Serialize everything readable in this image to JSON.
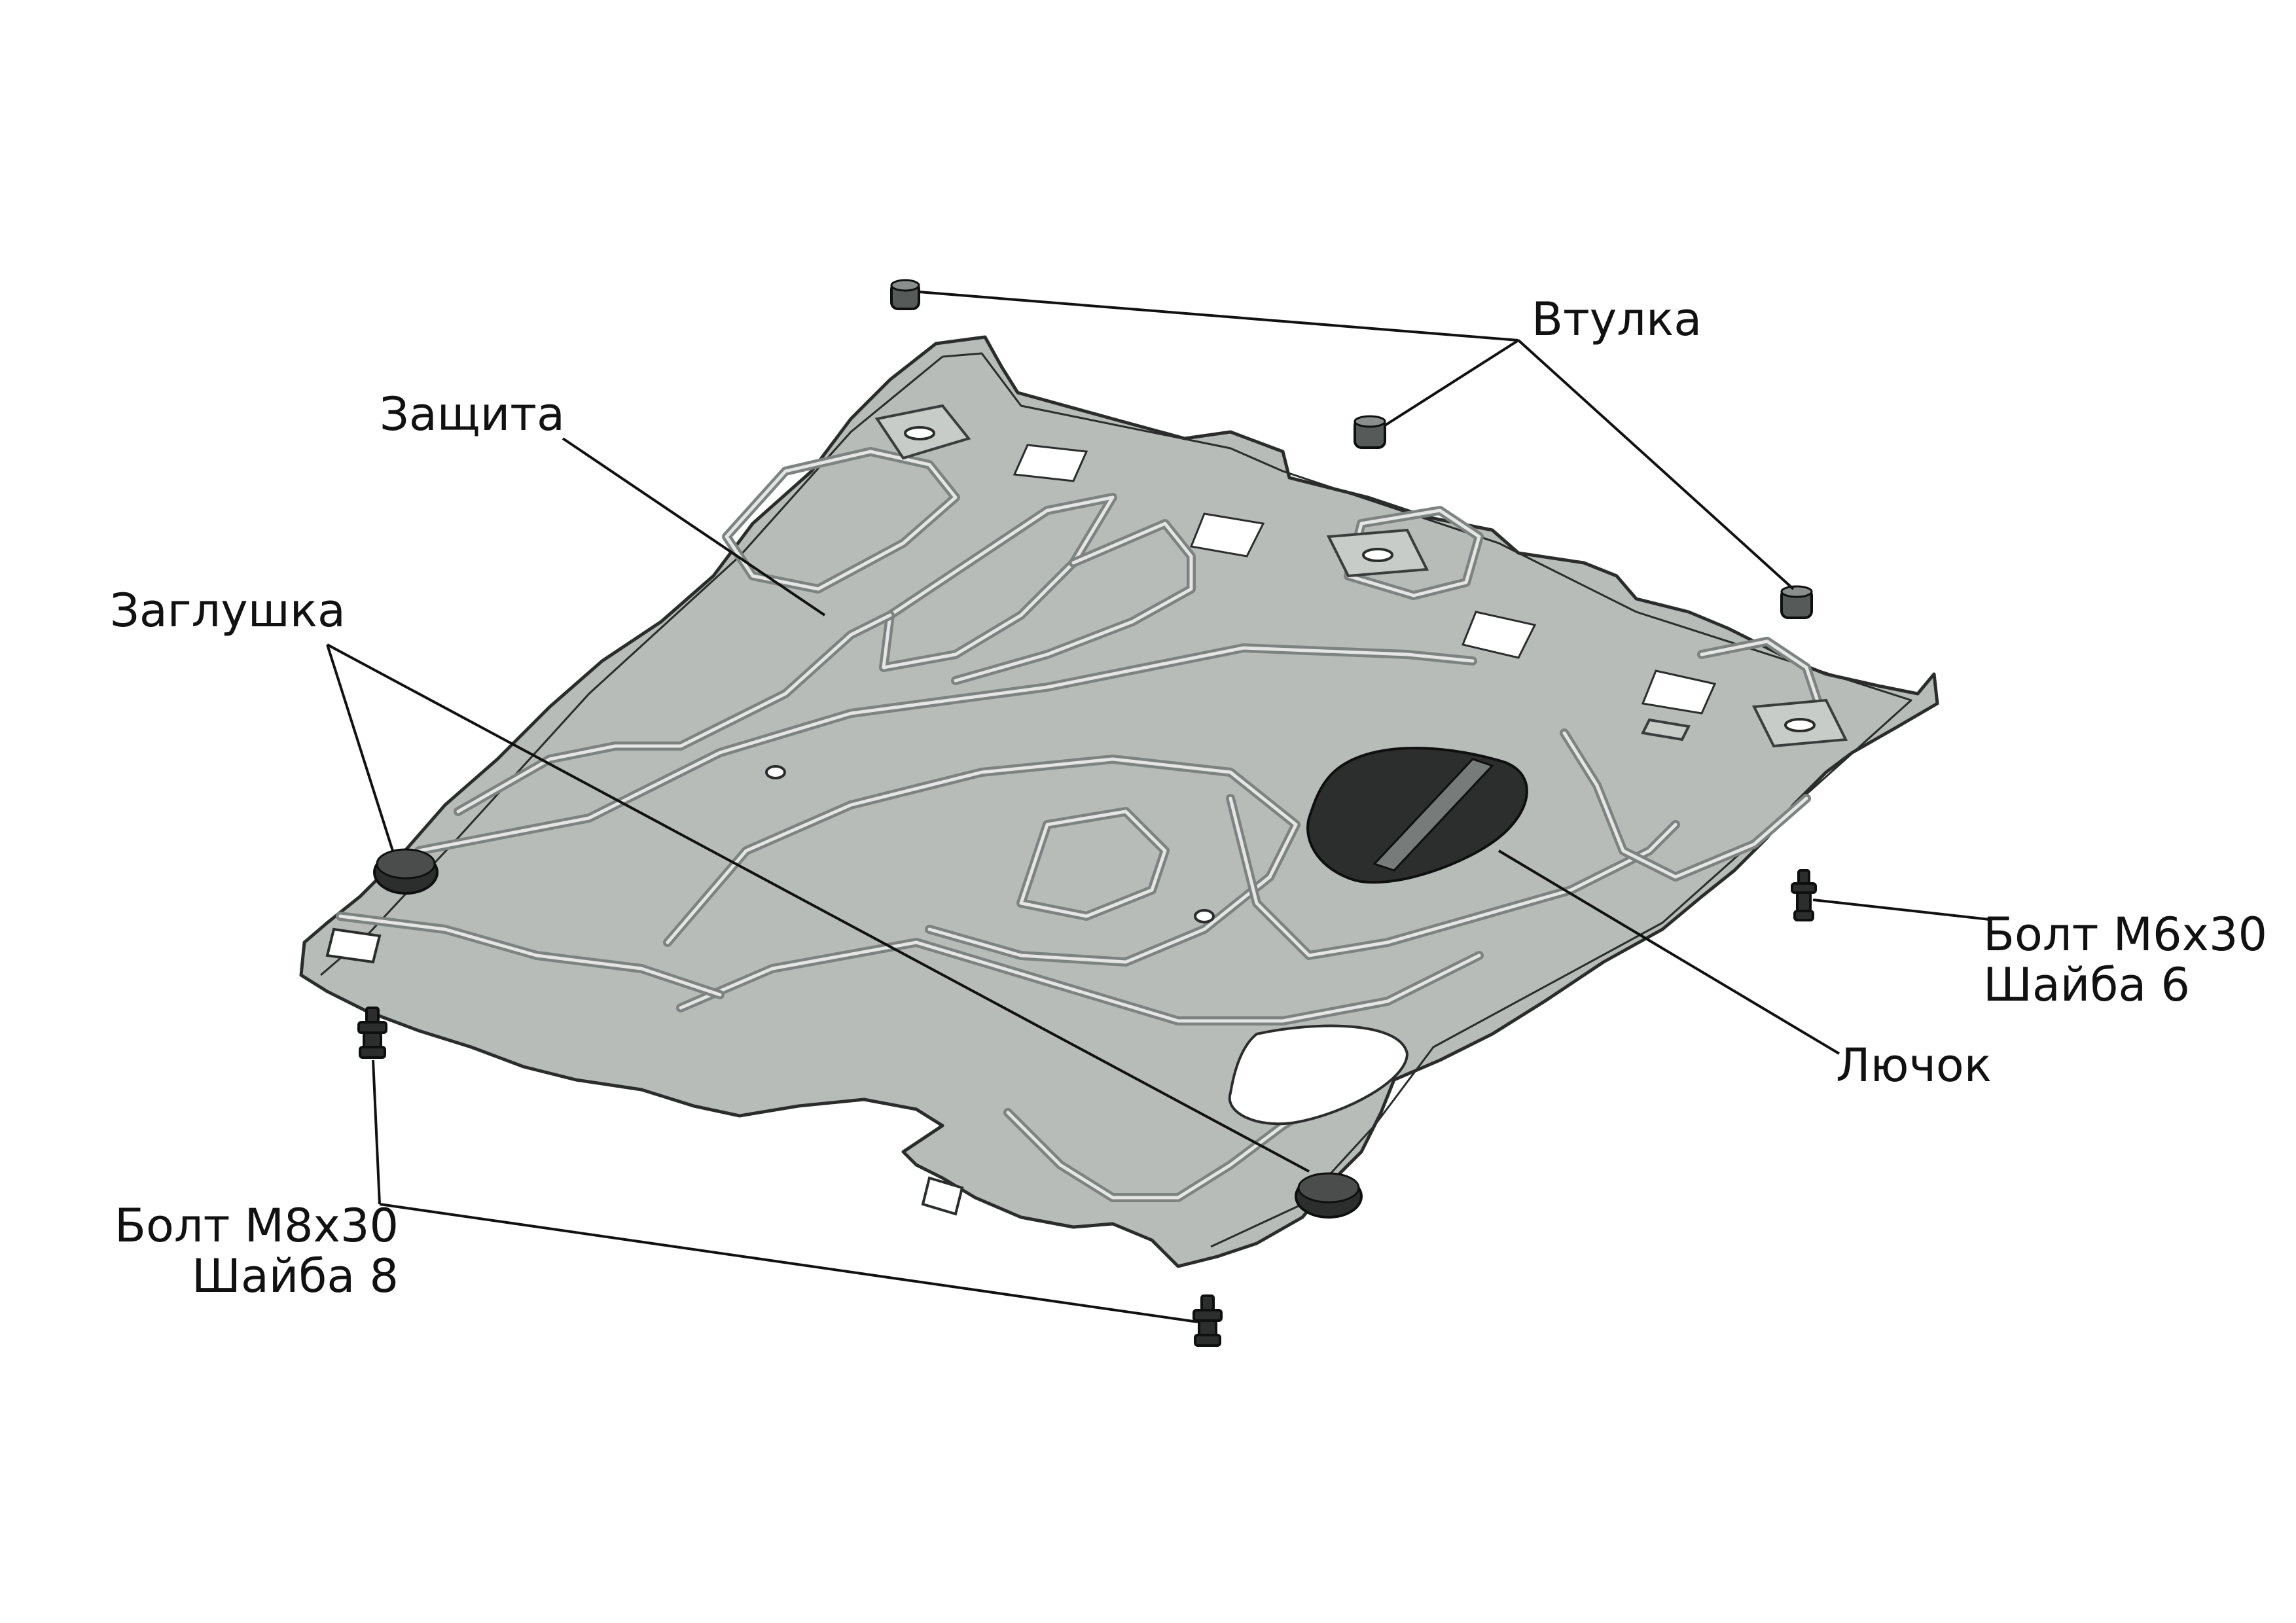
{
  "labels": {
    "bushing": "Втулка",
    "shield": "Защита",
    "plug": "Заглушка",
    "bolt_m6_line1": "Болт М6х30",
    "bolt_m6_line2": "Шайба 6",
    "hatch": "Лючок",
    "bolt_m8_line1": "Болт М8х30",
    "bolt_m8_line2": "Шайба 8"
  },
  "colors": {
    "plate": "#b7bcb9",
    "parts": "#2b2e2d",
    "leader_lines": "#111111",
    "background": "#ffffff"
  }
}
